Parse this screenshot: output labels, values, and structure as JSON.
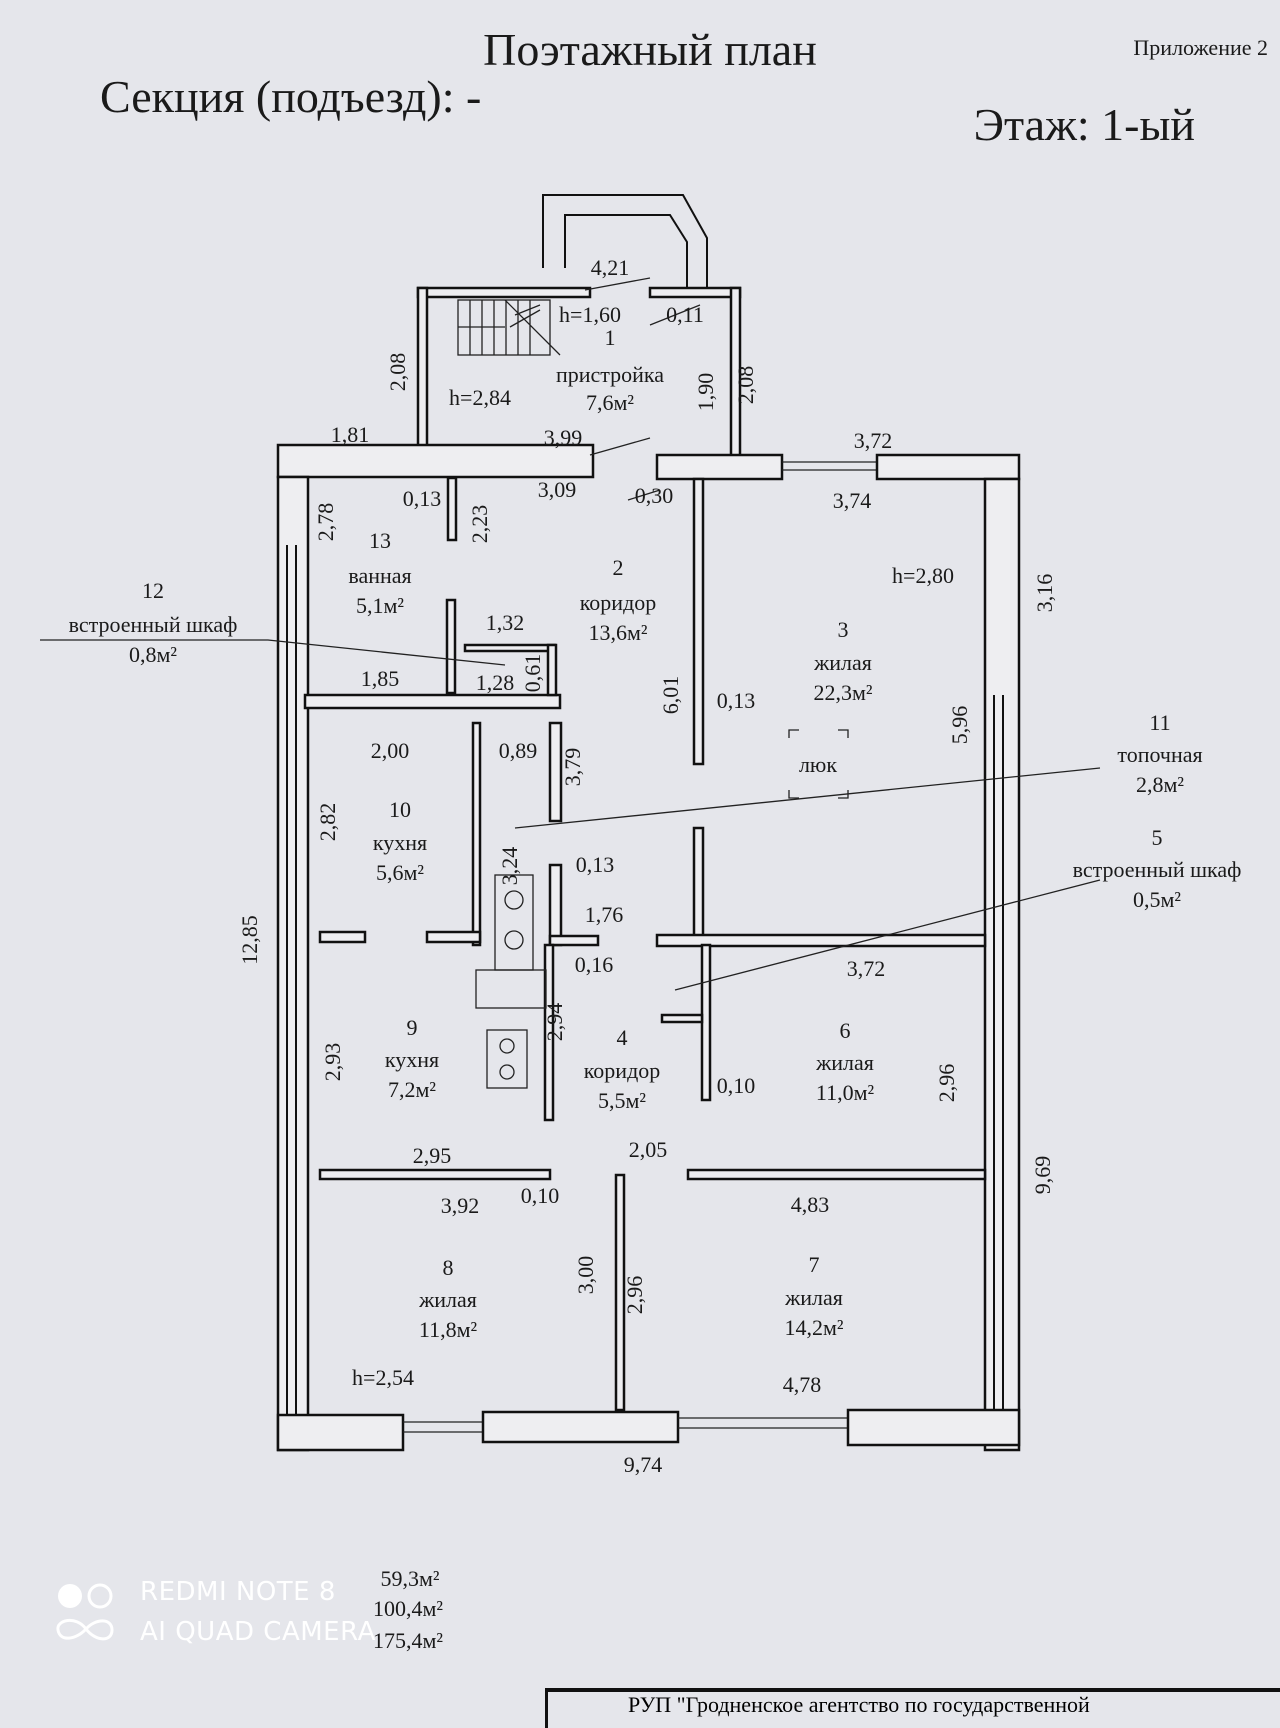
{
  "header": {
    "title": "Поэтажный план",
    "appendix": "Приложение 2",
    "section": "Секция (подъезд): -",
    "floor": "Этаж: 1-ый"
  },
  "rooms": [
    {
      "num": "1",
      "name": "пристройка",
      "area": "7,6м²"
    },
    {
      "num": "2",
      "name": "коридор",
      "area": "13,6м²"
    },
    {
      "num": "3",
      "name": "жилая",
      "area": "22,3м²"
    },
    {
      "num": "4",
      "name": "коридор",
      "area": "5,5м²"
    },
    {
      "num": "5",
      "name": "встроенный шкаф",
      "area": "0,5м²"
    },
    {
      "num": "6",
      "name": "жилая",
      "area": "11,0м²"
    },
    {
      "num": "7",
      "name": "жилая",
      "area": "14,2м²"
    },
    {
      "num": "8",
      "name": "жилая",
      "area": "11,8м²"
    },
    {
      "num": "9",
      "name": "кухня",
      "area": "7,2м²"
    },
    {
      "num": "10",
      "name": "кухня",
      "area": "5,6м²"
    },
    {
      "num": "11",
      "name": "топочная",
      "area": "2,8м²"
    },
    {
      "num": "12",
      "name": "встроенный шкаф",
      "area": "0,8м²"
    },
    {
      "num": "13",
      "name": "ванная",
      "area": "5,1м²"
    }
  ],
  "hatch_label": "люк",
  "dimensions": [
    "4,21",
    "h=1,60",
    "0,11",
    "2,08",
    "2,08",
    "1,90",
    "h=2,84",
    "1,81",
    "3,99",
    "3,72",
    "3,09",
    "0,30",
    "3,74",
    "0,13",
    "2,78",
    "2,23",
    "h=2,80",
    "3,16",
    "1,32",
    "1,85",
    "1,28",
    "0,61",
    "6,01",
    "0,13",
    "5,96",
    "2,00",
    "0,89",
    "3,79",
    "2,82",
    "3,24",
    "0,13",
    "1,76",
    "0,16",
    "12,85",
    "3,72",
    "2,94",
    "2,93",
    "0,10",
    "2,96",
    "9,69",
    "2,95",
    "2,05",
    "3,92",
    "0,10",
    "4,83",
    "3,00",
    "2,96",
    "h=2,54",
    "4,78",
    "9,74"
  ],
  "totals": [
    "59,3м²",
    "100,4м²",
    "175,4м²"
  ],
  "watermark": {
    "line1": "REDMI NOTE 8",
    "line2": "AI QUAD CAMERA"
  },
  "footer_text": "РУП \"Гродненское агентство по государственной"
}
